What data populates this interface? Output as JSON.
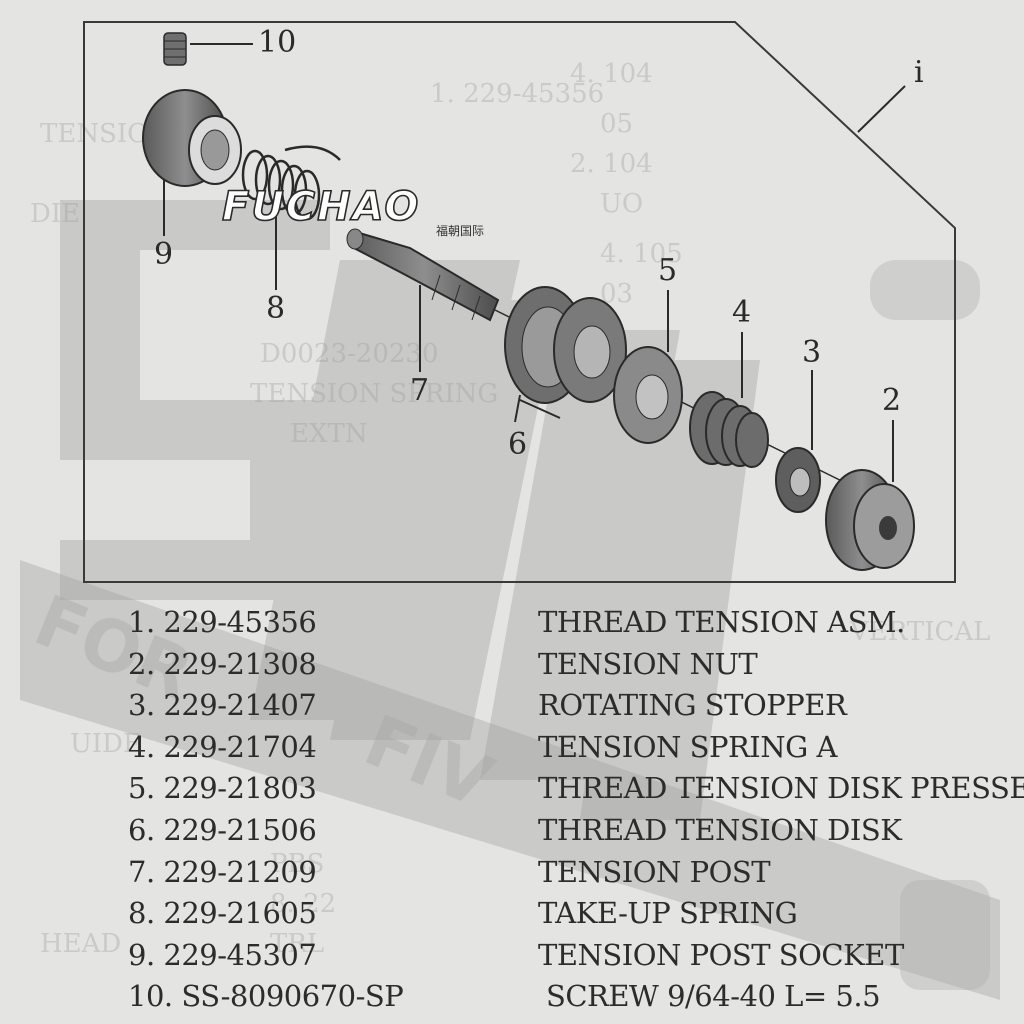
{
  "logo": {
    "text": "FUCHAO",
    "subtext": "福朝国际"
  },
  "callouts": {
    "c10": "10",
    "c9": "9",
    "c8": "8",
    "c7": "7",
    "c6": "6",
    "c5": "5",
    "c4": "4",
    "c3": "3",
    "c2": "2",
    "ci": "i"
  },
  "parts": [
    {
      "number": "1. 229-45356",
      "description": "THREAD TENSION ASM."
    },
    {
      "number": "2. 229-21308",
      "description": "TENSION NUT"
    },
    {
      "number": "3. 229-21407",
      "description": "ROTATING STOPPER"
    },
    {
      "number": "4. 229-21704",
      "description": "TENSION SPRING A"
    },
    {
      "number": "5. 229-21803",
      "description": "THREAD TENSION DISK PRESSER"
    },
    {
      "number": "6. 229-21506",
      "description": "THREAD TENSION DISK"
    },
    {
      "number": "7. 229-21209",
      "description": "TENSION POST"
    },
    {
      "number": "8. 229-21605",
      "description": "TAKE-UP SPRING"
    },
    {
      "number": "9. 229-45307",
      "description": "TENSION POST SOCKET"
    },
    {
      "number": "10. SS-8090670-SP",
      "description": "SCREW 9/64-40 L= 5.5"
    }
  ],
  "colors": {
    "paper": "#e4e4e2",
    "ink": "#2c2c2c",
    "watermark": "#a9a9a9"
  }
}
